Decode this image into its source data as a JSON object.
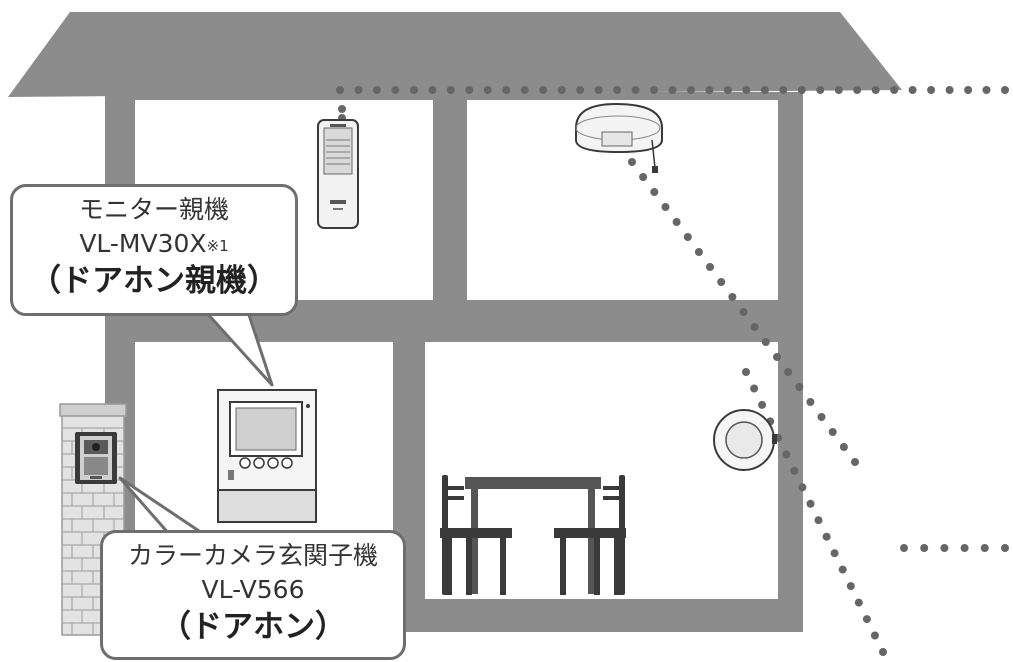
{
  "monitor_callout": {
    "name": "モニター親機",
    "model": "VL-MV30X",
    "model_note": "※1",
    "label": "（ドアホン親機）"
  },
  "door_callout": {
    "name": "カラーカメラ玄関子機",
    "model": "VL-V566",
    "label": "（ドアホン）"
  },
  "colors": {
    "house_gray": "#8c8c8c",
    "roof_gray": "#8c8c8c",
    "dot_gray": "#666666",
    "callout_border": "#6e6e6e",
    "brick": "#dcdcdc"
  },
  "icons": [
    "wireless-handset-icon",
    "smoke-detector-icon",
    "monitor-unit-icon",
    "door-camera-icon",
    "wall-sensor-icon",
    "dining-table-icon",
    "chair-icon"
  ]
}
